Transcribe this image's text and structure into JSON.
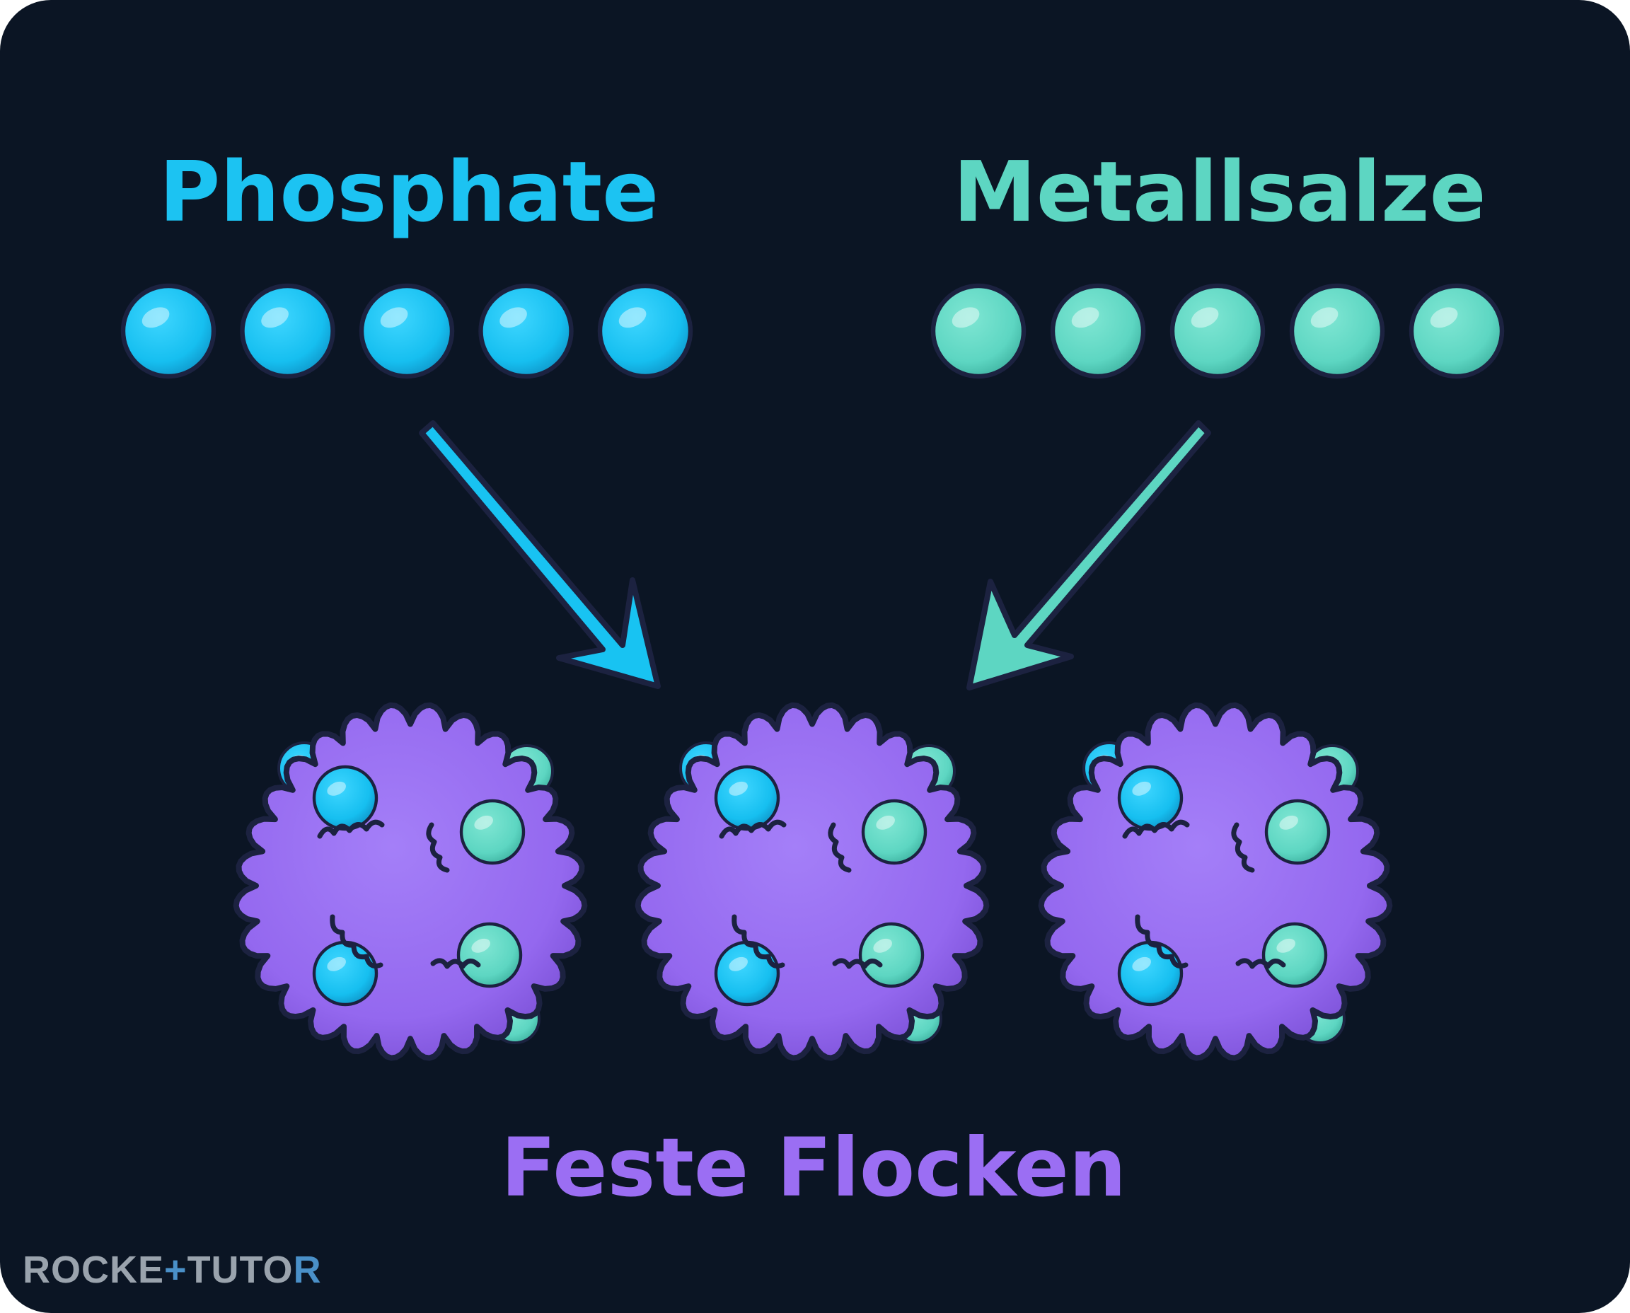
{
  "labels": {
    "phosphate": "Phosphate",
    "metal_salts": "Metallsalze",
    "flocs": "Feste Flocken"
  },
  "logo": {
    "part1": "ROCKE",
    "mark": "+",
    "part2": "TUTO",
    "mark2": "R"
  },
  "groups": {
    "phosphate_count": 5,
    "metal_salt_count": 5,
    "floc_count": 3
  },
  "colors": {
    "background": "#0b1524",
    "phosphate": "#18c6f4",
    "metal_salt": "#5dd6c2",
    "floc": "#9b6ef3",
    "outline": "#1c2240"
  },
  "icons": {
    "arrow_left": "arrow-down-right-icon",
    "arrow_right": "arrow-down-left-icon"
  }
}
